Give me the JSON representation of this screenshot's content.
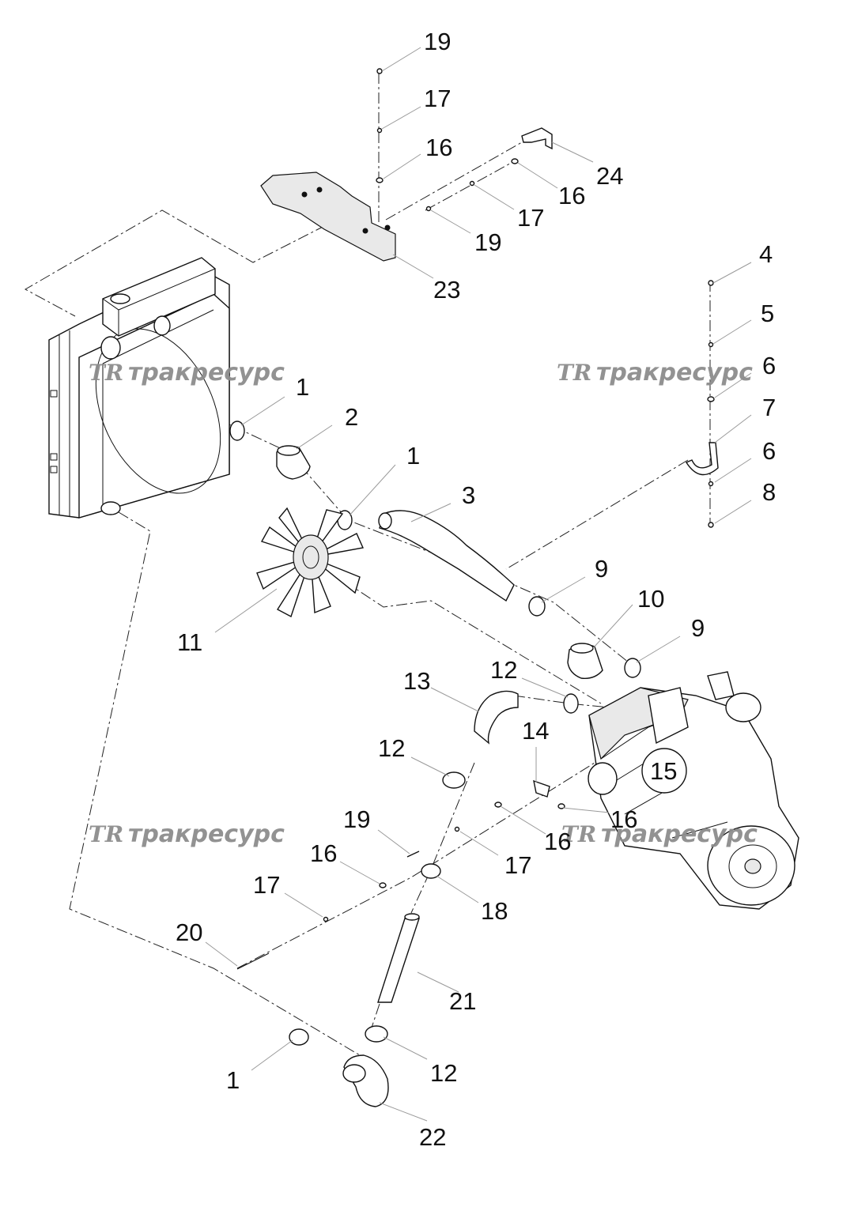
{
  "watermark": {
    "logo": "TR",
    "text": "тракресурс"
  },
  "callouts": [
    "19",
    "17",
    "16",
    "24",
    "16",
    "17",
    "19",
    "23",
    "4",
    "5",
    "6",
    "7",
    "6",
    "8",
    "1",
    "2",
    "1",
    "3",
    "11",
    "9",
    "10",
    "9",
    "13",
    "12",
    "12",
    "14",
    "15",
    "16",
    "16",
    "19",
    "17",
    "16",
    "18",
    "17",
    "20",
    "21",
    "12",
    "1",
    "22"
  ]
}
